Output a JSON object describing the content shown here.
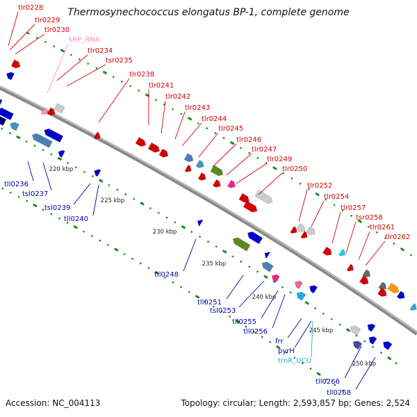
{
  "title": "Thermosynechococcus elongatus BP-1, complete genome",
  "footer": {
    "accession": "Accession: NC_004113",
    "summary": "Topology: circular; Length: 2,593,857 bp; Genes: 2,524"
  },
  "colors": {
    "forward_label": "#d40000",
    "reverse_label": "#0000aa",
    "rna_label": "#ff88cc",
    "trna_label": "#22aacc",
    "backbone": "#8a8a8a",
    "tick": "#1a8a1a"
  },
  "kbp_marks": [
    "220 kbp",
    "225 kbp",
    "230 kbp",
    "235 kbp",
    "240 kbp",
    "245 kbp",
    "250 kbp"
  ],
  "forward_labels": [
    "tlr0228",
    "tlr0229",
    "tlr0230",
    "SRP_RNA",
    "tlr0234",
    "tsr0235",
    "tlr0238",
    "tlr0241",
    "tlr0242",
    "tlr0243",
    "tlr0244",
    "tlr0245",
    "tlr0246",
    "tlr0247",
    "tlr0249",
    "tlr0250",
    "tlr0252",
    "tlr0254",
    "tlr0257",
    "tsr0258",
    "tlr0261",
    "tlr0262"
  ],
  "reverse_labels": [
    "tll0236",
    "tsl0237",
    "tsl0239",
    "tll0240",
    "tll0248",
    "tll0251",
    "tsl0253",
    "tll0255",
    "tll0256",
    "frr",
    "pyrH",
    "trnR_UCU",
    "tll0266",
    "tll0268"
  ]
}
